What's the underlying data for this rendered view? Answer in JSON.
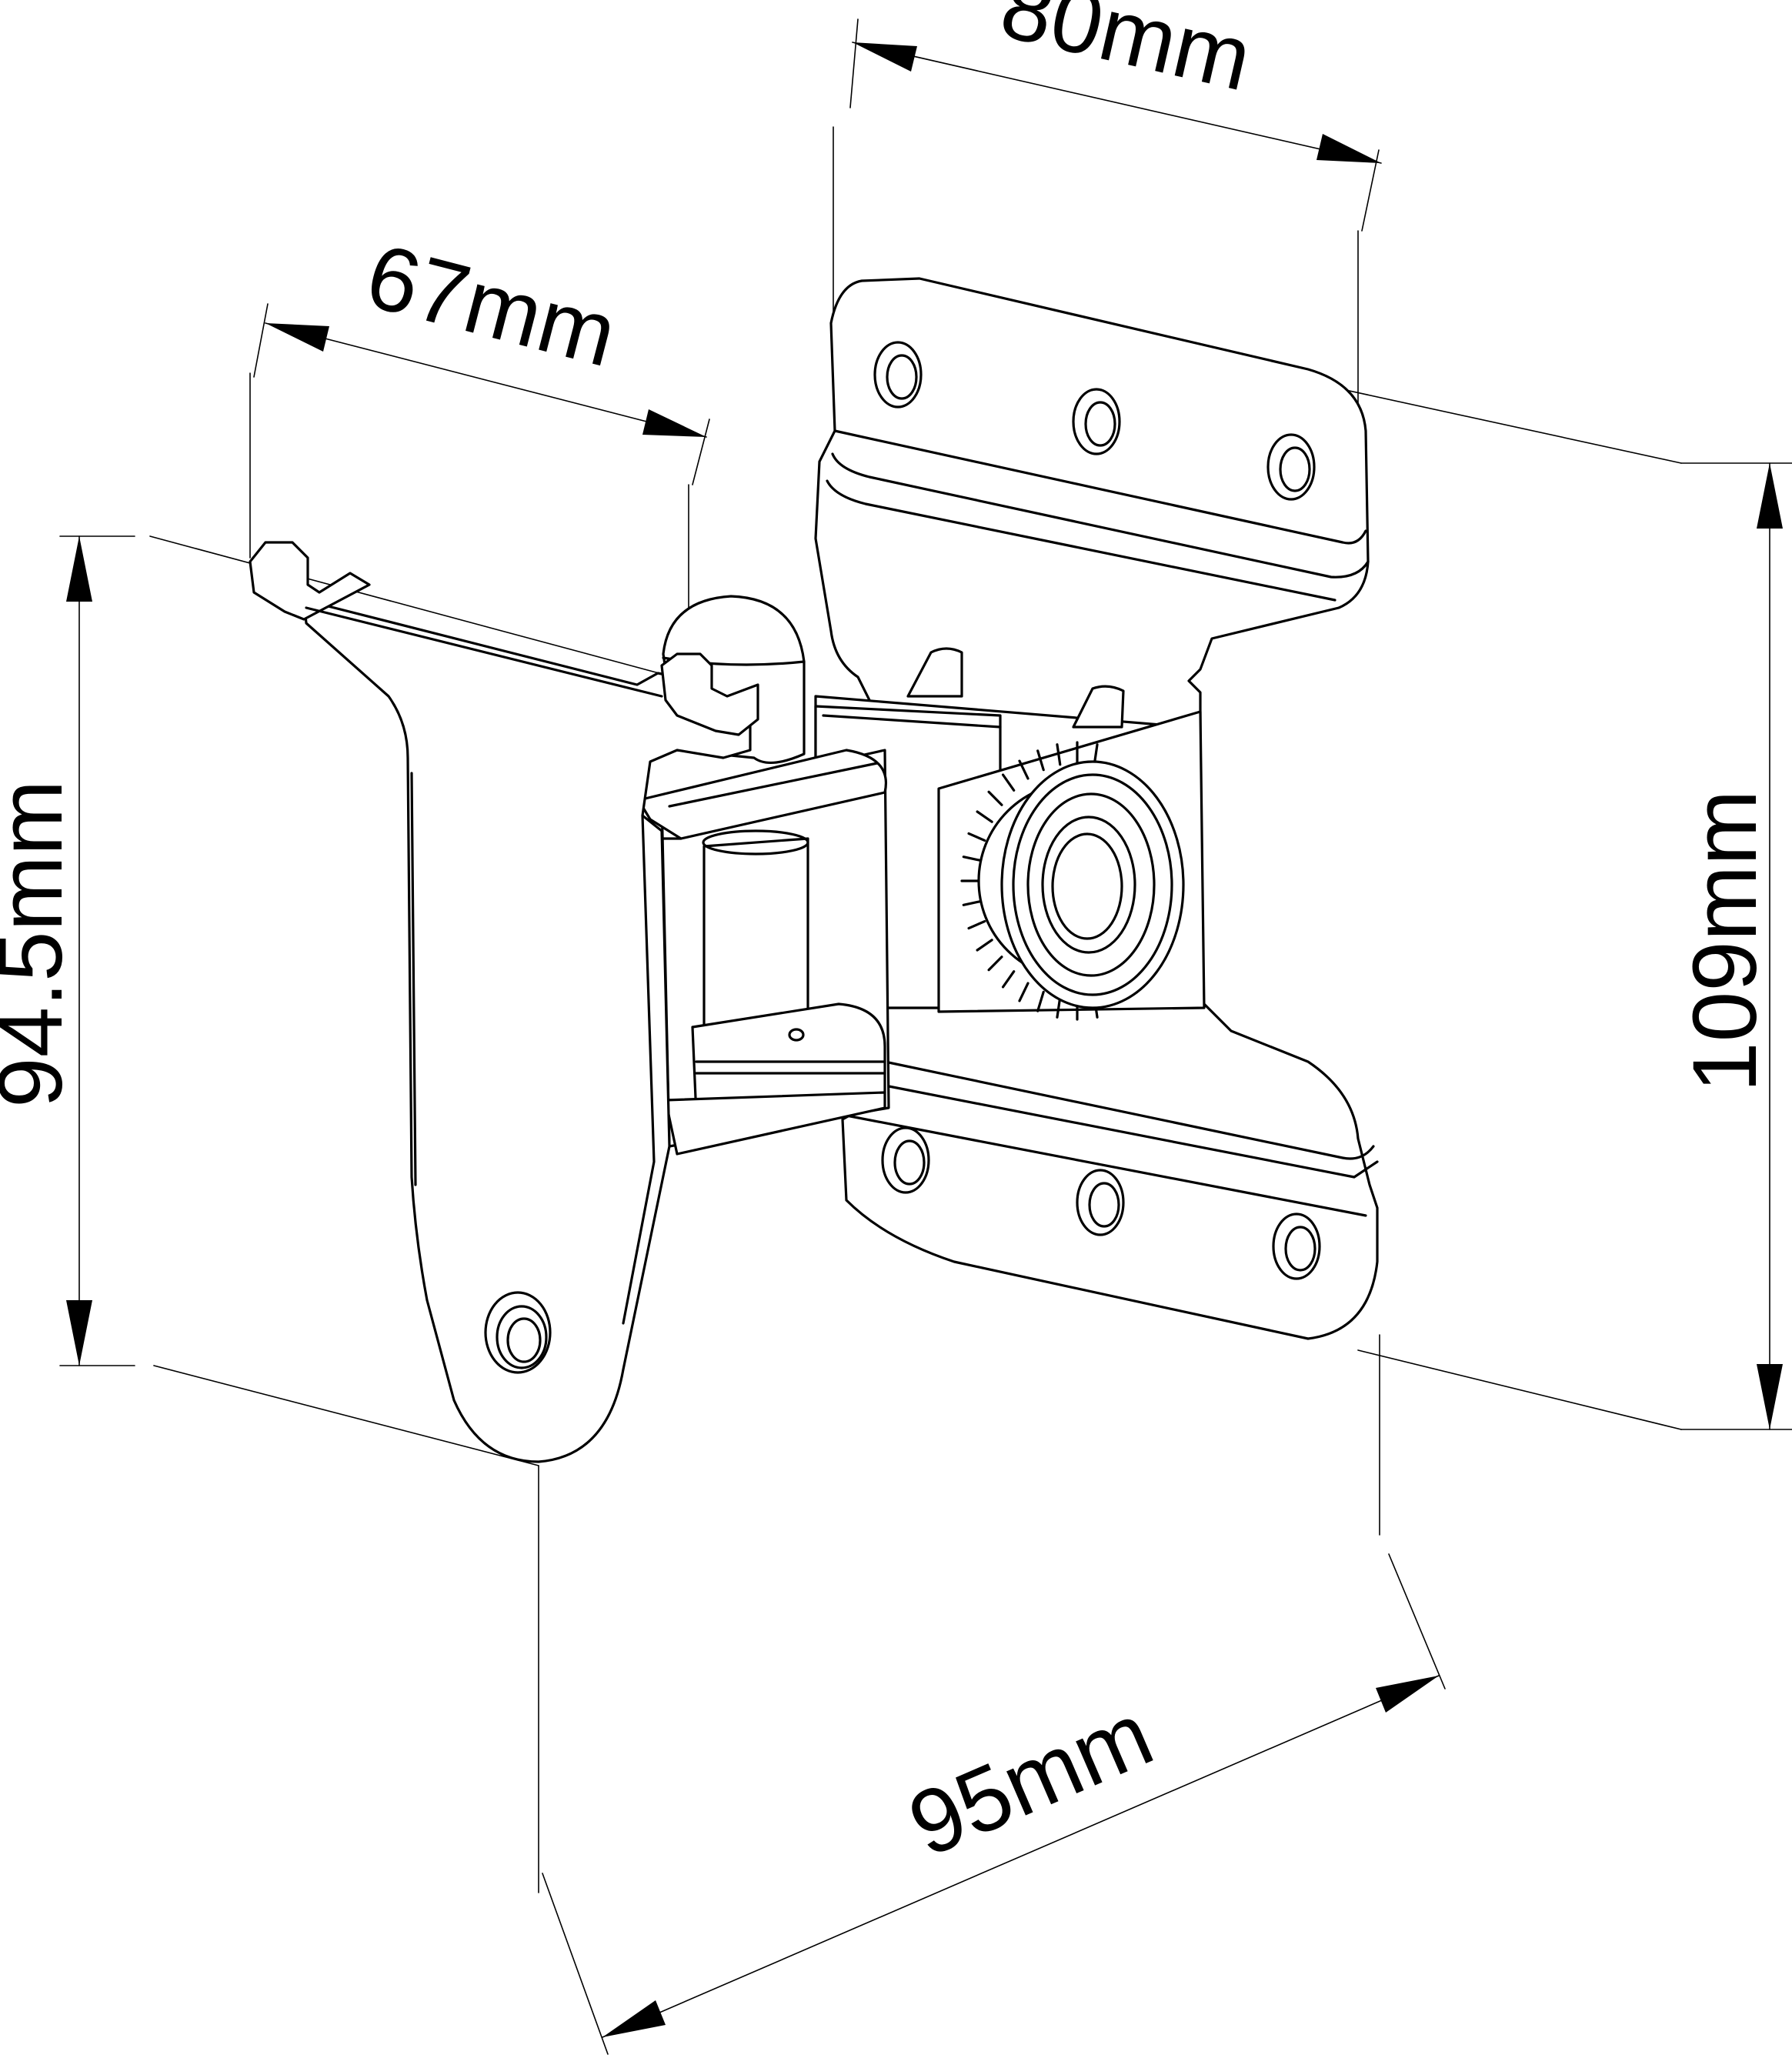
{
  "dimensions": {
    "top_width": "80mm",
    "arm_width": "67mm",
    "arm_height": "94.5mm",
    "plate_height": "109mm",
    "depth": "95mm"
  },
  "colors": {
    "line": "#000000",
    "background": "#ffffff"
  }
}
